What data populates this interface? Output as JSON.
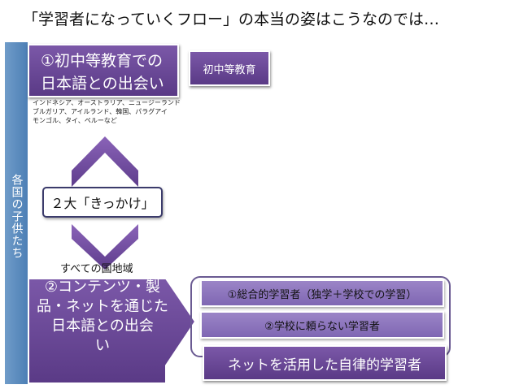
{
  "title": "「学習者になっていくフロー」の本当の姿はこうなのでは…",
  "left_bar": {
    "label": "各国の子供たち",
    "color": "#5b89bf"
  },
  "box1": {
    "line1": "①初中等教育での",
    "line2": "日本語との出会い"
  },
  "primary_education_box": {
    "label": "初中等教育"
  },
  "country_notes": {
    "line1": "インドネシア、オーストラリア、ニュージーランド",
    "line2": "ブルガリア、アイルランド、韓国、パラグアイ",
    "line3": "モンゴル、タイ、ペルーなど"
  },
  "trigger_box": {
    "label": "２大「きっかけ」"
  },
  "all_regions": {
    "label": "すべての国地域"
  },
  "box2": {
    "line1": "②コンテンツ・製",
    "line2": "品・ネットを通じた",
    "line3": "日本語との出会",
    "line4": "い"
  },
  "learner_types": [
    {
      "label": "①総合的学習者（独学＋学校での学習）"
    },
    {
      "label": "②学校に頼らない学習者"
    }
  ],
  "net_learner": {
    "label": "ネットを活用した自律的学習者"
  },
  "colors": {
    "purple_dark": "#5a3a86",
    "purple_light": "#7b58a8",
    "lavender": "#9b85c7",
    "arrow": "#7a55a8",
    "blue_bar": "#5b89bf"
  },
  "icons": {
    "up_arrow": "chevron-up-icon",
    "down_arrow": "chevron-down-icon"
  }
}
